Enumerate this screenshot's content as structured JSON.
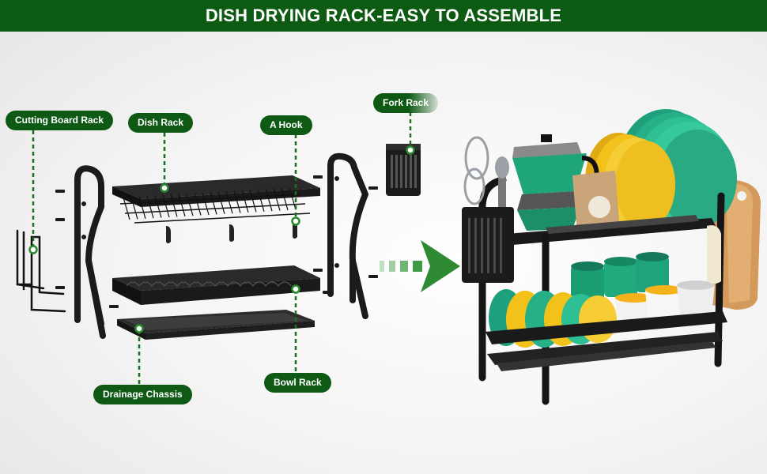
{
  "banner": {
    "title": "DISH DRYING RACK-EASY TO ASSEMBLE"
  },
  "labels": {
    "cutting_board_rack": "Cutting Board Rack",
    "dish_rack": "Dish Rack",
    "a_hook": "A Hook",
    "fork_rack": "Fork Rack",
    "drainage_chassis": "Drainage Chassis",
    "bowl_rack": "Bowl Rack"
  },
  "colors": {
    "brand_green": "#0d5a12",
    "arrow_green": "#2e8b34",
    "rack_black": "#1a1a1a",
    "plate_teal": "#2bb38c",
    "plate_yellow": "#f2c21b"
  }
}
